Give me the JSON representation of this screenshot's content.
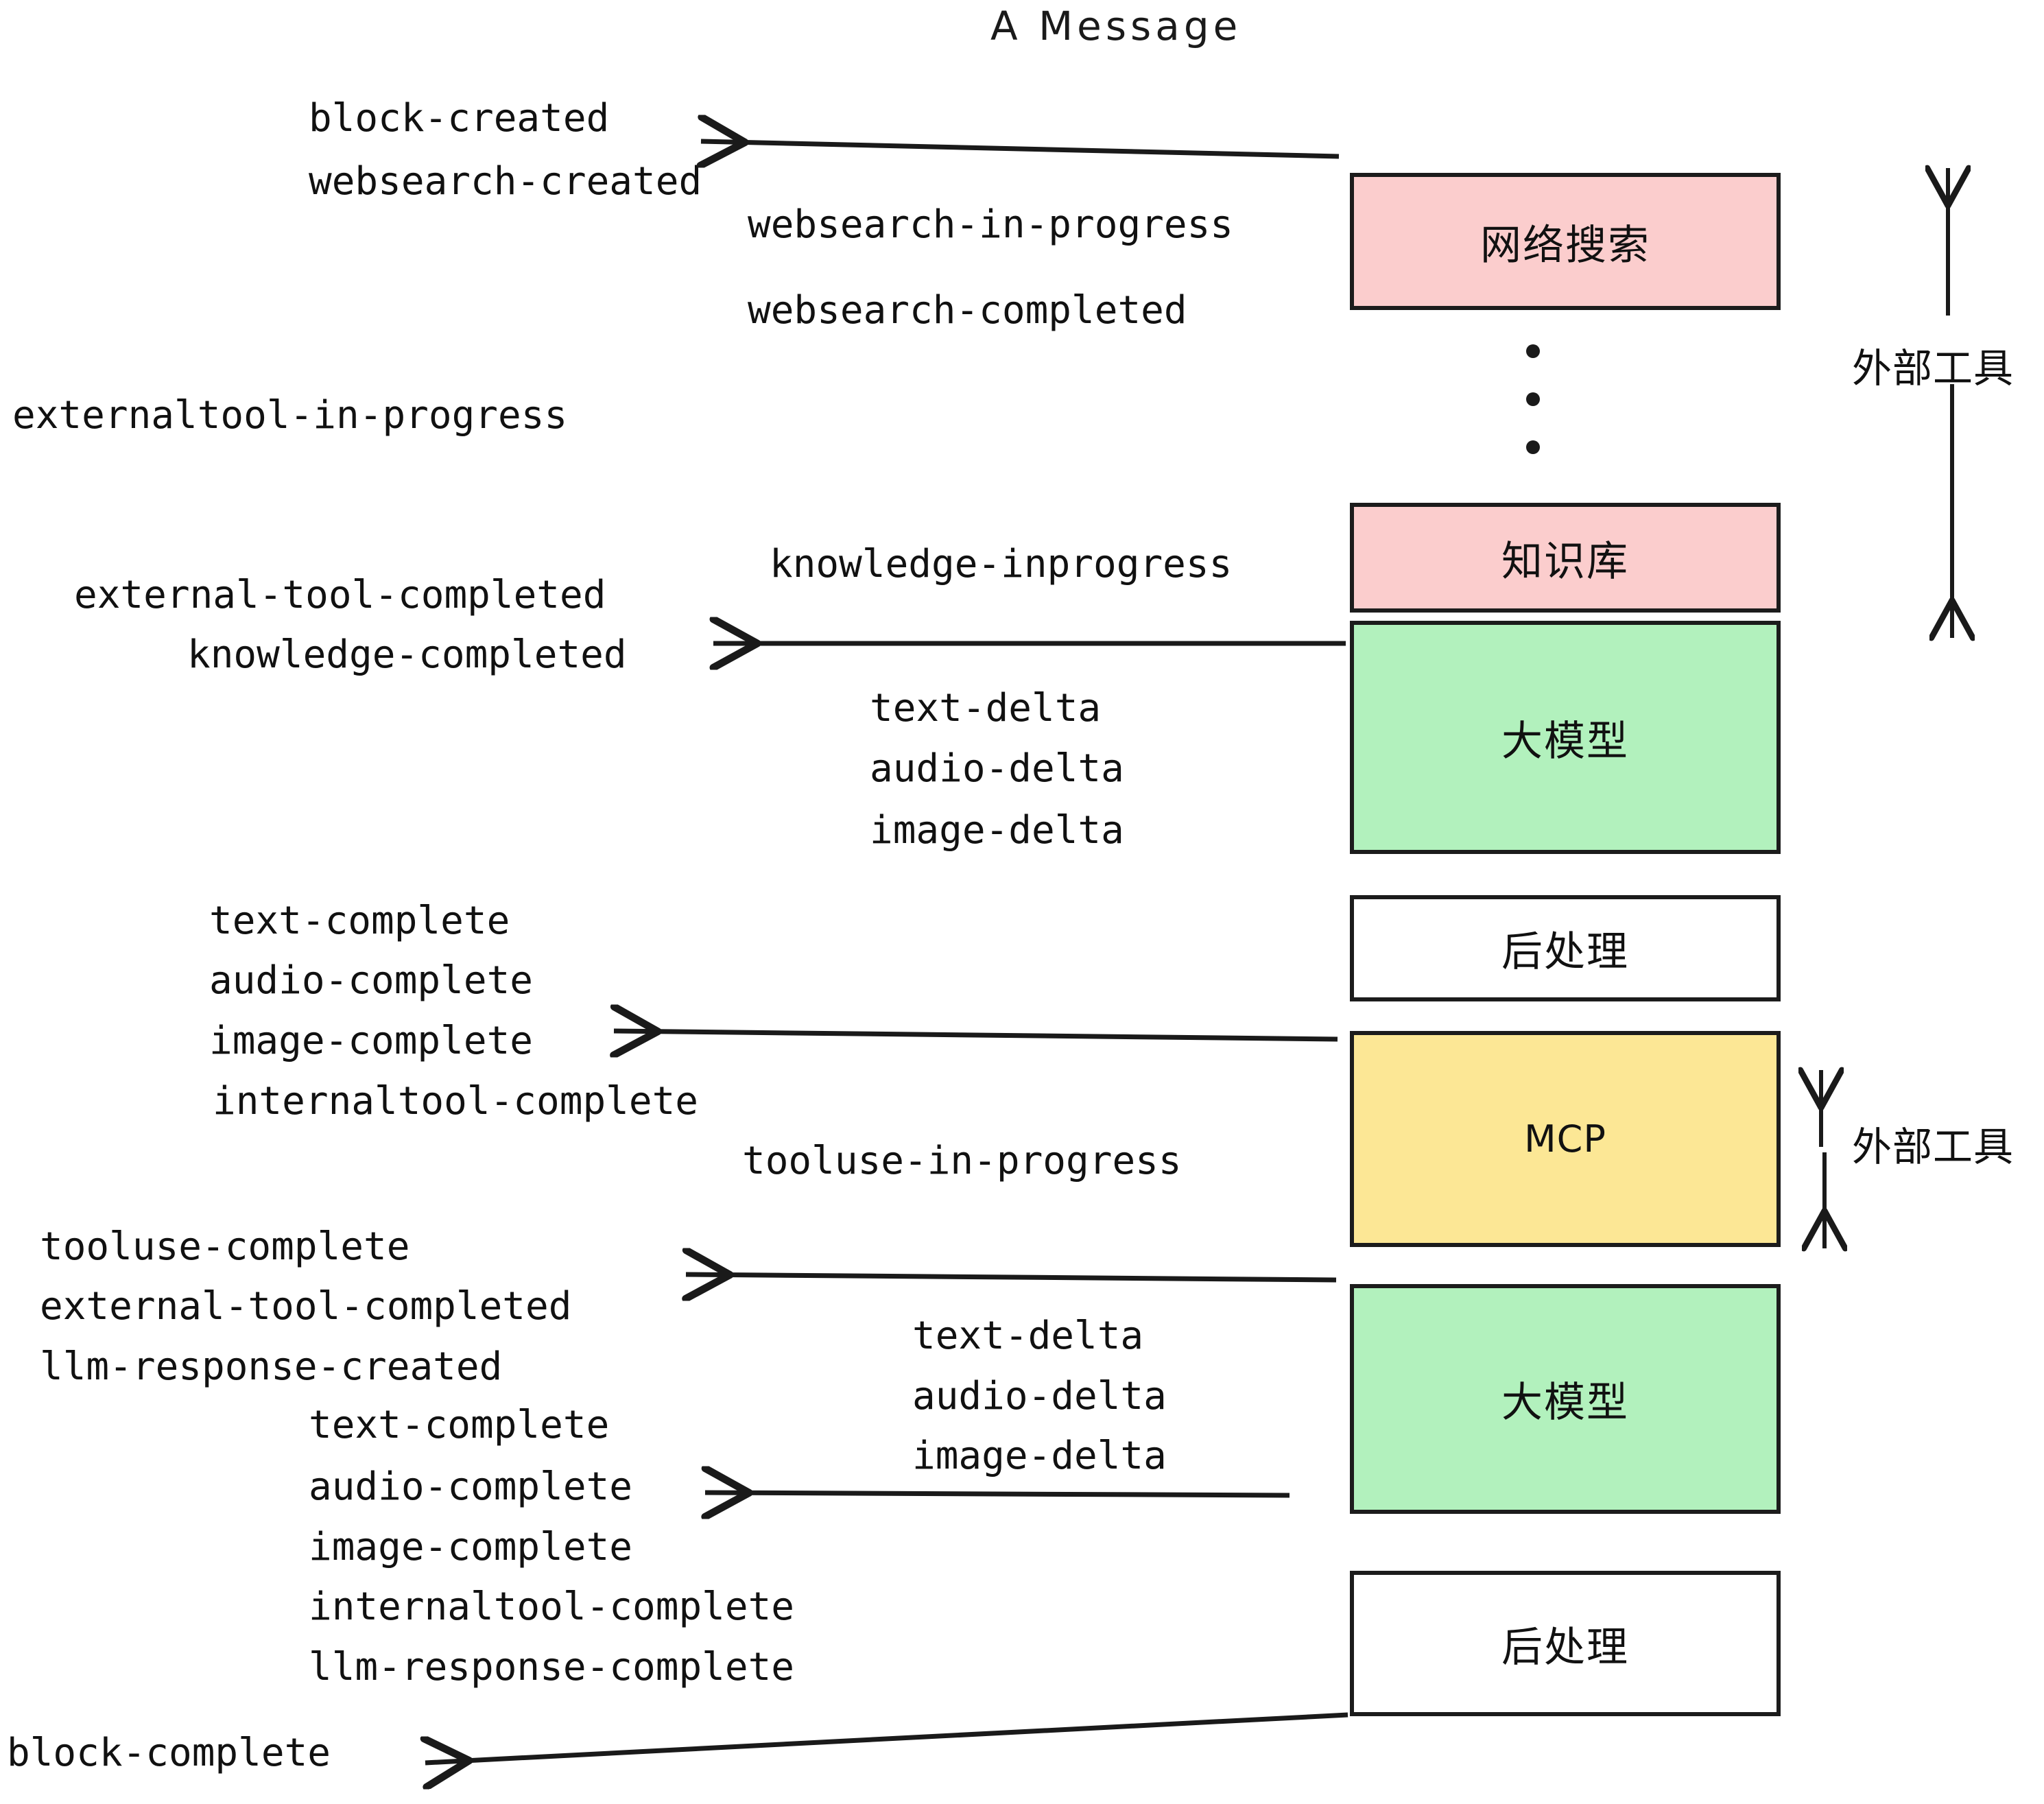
{
  "diagram": {
    "title": "A Message",
    "type": "sequence-flow",
    "background": "#ffffff",
    "colors": {
      "pink": "#fbcdcd",
      "green": "#b2f1bd",
      "yellow": "#fce795",
      "white": "#ffffff",
      "stroke": "#1c1c1c",
      "text": "#111111"
    },
    "nodes": [
      {
        "id": "websearch",
        "label": "网络搜索",
        "color": "pink"
      },
      {
        "id": "knowledge",
        "label": "知识库",
        "color": "pink"
      },
      {
        "id": "llm-1",
        "label": "大模型",
        "color": "green"
      },
      {
        "id": "postprocess-1",
        "label": "后处理",
        "color": "white"
      },
      {
        "id": "mcp",
        "label": "MCP",
        "color": "yellow"
      },
      {
        "id": "llm-2",
        "label": "大模型",
        "color": "green"
      },
      {
        "id": "postprocess-2",
        "label": "后处理",
        "color": "white"
      }
    ],
    "side_labels": [
      {
        "id": "external-tools-upper",
        "label": "外部工具"
      },
      {
        "id": "external-tools-lower",
        "label": "外部工具"
      }
    ],
    "events": [
      {
        "id": "e01",
        "text": "block-created"
      },
      {
        "id": "e02",
        "text": "websearch-created"
      },
      {
        "id": "e03",
        "text": "websearch-in-progress"
      },
      {
        "id": "e04",
        "text": "websearch-completed"
      },
      {
        "id": "e05",
        "text": "externaltool-in-progress"
      },
      {
        "id": "e06",
        "text": "knowledge-inprogress"
      },
      {
        "id": "e07",
        "text": "external-tool-completed"
      },
      {
        "id": "e08",
        "text": "knowledge-completed"
      },
      {
        "id": "e09",
        "text": "text-delta"
      },
      {
        "id": "e10",
        "text": "audio-delta"
      },
      {
        "id": "e11",
        "text": "image-delta"
      },
      {
        "id": "e12",
        "text": "text-complete"
      },
      {
        "id": "e13",
        "text": "audio-complete"
      },
      {
        "id": "e14",
        "text": "image-complete"
      },
      {
        "id": "e15",
        "text": "internaltool-complete"
      },
      {
        "id": "e16",
        "text": "tooluse-in-progress"
      },
      {
        "id": "e17",
        "text": "tooluse-complete"
      },
      {
        "id": "e18",
        "text": "external-tool-completed"
      },
      {
        "id": "e19",
        "text": "llm-response-created"
      },
      {
        "id": "e20",
        "text": "text-complete"
      },
      {
        "id": "e21",
        "text": "audio-complete"
      },
      {
        "id": "e22",
        "text": "image-complete"
      },
      {
        "id": "e23",
        "text": "internaltool-complete"
      },
      {
        "id": "e24",
        "text": "llm-response-complete"
      },
      {
        "id": "e25",
        "text": "text-delta"
      },
      {
        "id": "e26",
        "text": "audio-delta"
      },
      {
        "id": "e27",
        "text": "image-delta"
      },
      {
        "id": "e28",
        "text": "block-complete"
      }
    ]
  }
}
